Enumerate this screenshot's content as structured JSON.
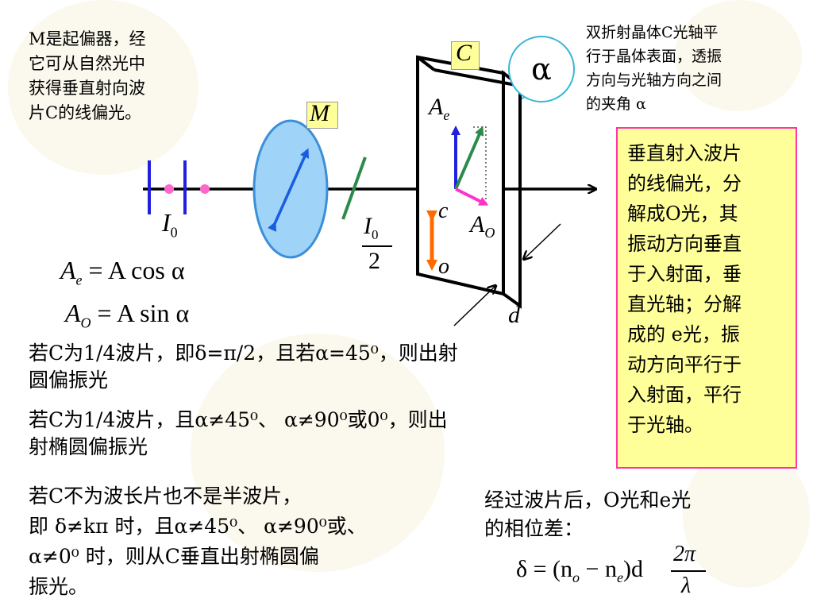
{
  "top_left_note": [
    "M是起偏器，经",
    "它可从自然光中",
    "获得垂直射向波",
    "片C的线偏光。"
  ],
  "top_right_note": [
    "双折射晶体C光轴平",
    "行于晶体表面，透振",
    "方向与光轴方向之间",
    "的夹角 α"
  ],
  "callout_symbol": "α",
  "diagram_labels": {
    "C": "C",
    "M": "M",
    "I0": "I",
    "I0_sub": "0",
    "frac_num": "I",
    "frac_num_sub": "0",
    "frac_den": "2",
    "Ae": "A",
    "Ae_sub": "e",
    "Ao": "A",
    "Ao_sub": "O",
    "c": "c",
    "o": "o",
    "d": "d"
  },
  "equations": {
    "ae_lhs": "A",
    "ae_lhs_sub": "e",
    "ae_rhs": " = A cos α",
    "ao_lhs": "A",
    "ao_lhs_sub": "O",
    "ao_rhs": " = A sin α"
  },
  "yellow_box_text": [
    "垂直射入波片",
    "的线偏光，分",
    "解成O光，其",
    "振动方向垂直",
    "于入射面，垂",
    "直光轴；分解",
    "成的 e光，振",
    "动方向平行于",
    "入射面，平行",
    "于光轴。"
  ],
  "para1": [
    "若C为1/4波片，即δ=π/2，且若α=45⁰，则出射",
    "圆偏振光"
  ],
  "para2": [
    "若C为1/4波片，且α≠45⁰、 α≠90⁰或0⁰，则出",
    "射椭圆偏振光"
  ],
  "para3": [
    "若C不为波长片也不是半波片，",
    "即 δ≠kπ 时，且α≠45⁰、 α≠90⁰或、",
    "α≠0⁰ 时，则从C垂直出射椭圆偏",
    "振光。"
  ],
  "phase_note": [
    "经过波片后，O光和e光",
    "的相位差："
  ],
  "phase_eq": {
    "lhs": "δ = (n",
    "no_sub": "o",
    "minus": " − n",
    "ne_sub": "e",
    "close": ")d",
    "frac_num": "2π",
    "frac_den": "λ"
  },
  "colors": {
    "beam": "#000000",
    "polarizer_fill": "#9fd3f7",
    "polarizer_stroke": "#3b8fd9",
    "polarizer_arrow": "#1a5ce0",
    "green": "#2d8a4a",
    "orange": "#ff6a00",
    "magenta": "#ff33cc",
    "blue": "#2020dd",
    "callout": "#35b8d8",
    "box_fill": "#ffff99",
    "box_border": "#ff33aa"
  }
}
